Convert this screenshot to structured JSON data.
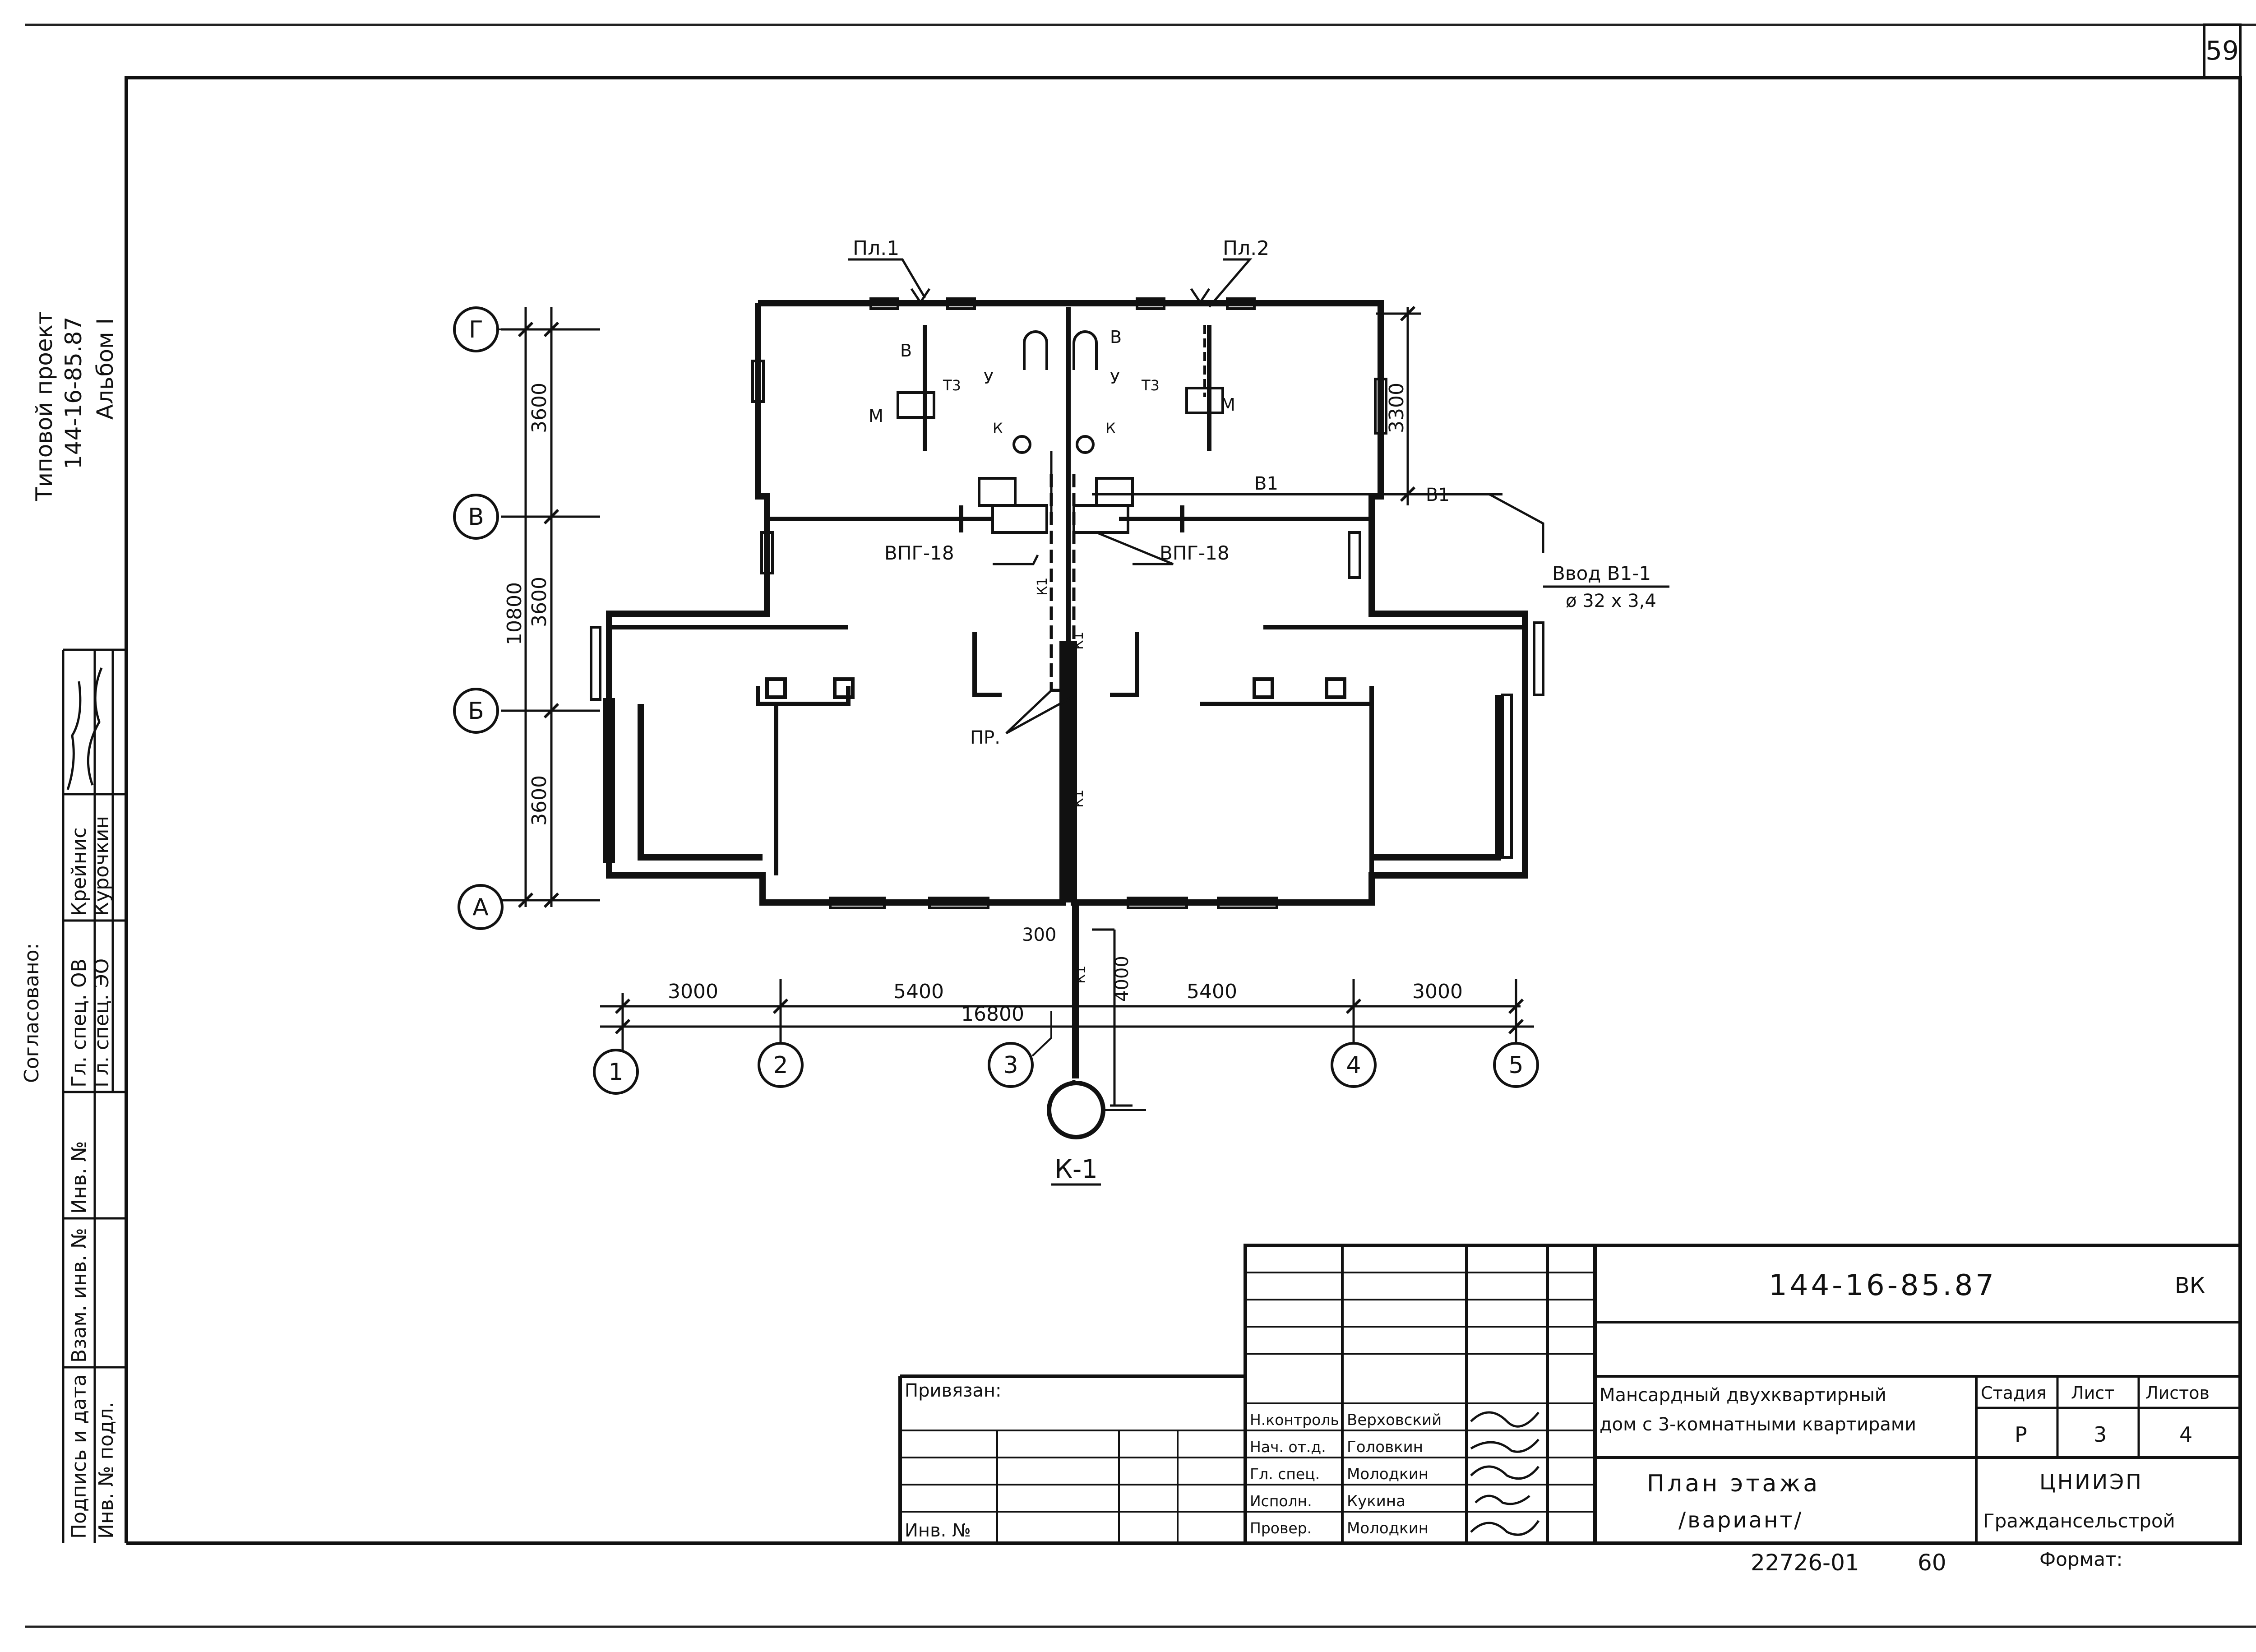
{
  "sheet_number": "59",
  "side_title": {
    "line1": "Типовой проект",
    "line2": "144-16-85.87",
    "line3": "Альбом I"
  },
  "side_stamp": {
    "agreed": "Согласовано:",
    "row1_role": "Гл. спец. ОВ",
    "row1_name": "Крейнис",
    "row2_role": "Гл. спец. ЭО",
    "row2_name": "Курочкин",
    "inv_no": "Инв. №",
    "vzam_inv": "Взам. инв. №",
    "podpis_data": "Подпись и дата",
    "inv_podl": "Инв. № подл."
  },
  "plan": {
    "axes_letters": [
      "Г",
      "В",
      "Б",
      "А"
    ],
    "axes_numbers": [
      "1",
      "2",
      "3",
      "4",
      "5"
    ],
    "dims_left": [
      "3600",
      "3600",
      "3600"
    ],
    "dim_total_left": "10800",
    "dim_right": "3300",
    "dims_bottom": [
      "3000",
      "5400",
      "5400",
      "3000"
    ],
    "dim_total_bottom": "16800",
    "dim_300": "300",
    "dim_4000": "4000",
    "labels": {
      "pl1": "Пл.1",
      "pl2": "Пл.2",
      "vpg_left": "ВПГ-18",
      "vpg_right": "ВПГ-18",
      "pr": "ПР.",
      "b1": "В1",
      "b1b": "В1",
      "vvod": "Ввод  В1-1",
      "vvod_size": "ø 32 x 3,4",
      "k1": "К-1",
      "v_left": "В",
      "v_right": "В",
      "u_left": "У",
      "u_right": "У",
      "m_left": "М",
      "m_right": "М",
      "t3_left": "Т3",
      "t3_right": "Т3",
      "k1_pipe": "К1",
      "k_left": "К",
      "k_right": "К"
    }
  },
  "title_block": {
    "code": "144-16-85.87",
    "mark": "ВК",
    "privyazan": "Привязан:",
    "inv_no": "Инв. №",
    "roles": [
      "Н.контроль",
      "Нач. от.д.",
      "Гл. спец.",
      "Исполн.",
      "Провер."
    ],
    "names": [
      "Верховский",
      "Головкин",
      "Молодкин",
      "Кукина",
      "Молодкин"
    ],
    "object": {
      "line1": "Мансардный двухквартирный",
      "line2": "дом с 3-комнатными квартирами"
    },
    "sheet_title": {
      "line1": "План этажа",
      "line2": "/вариант/"
    },
    "stage_hdr": "Стадия",
    "sheet_hdr": "Лист",
    "sheets_hdr": "Листов",
    "stage": "Р",
    "sheet": "3",
    "sheets": "4",
    "org": {
      "line1": "ЦНИИЭП",
      "line2": "Граждансельстрой"
    },
    "footer_code": "22726-01",
    "footer_num": "60",
    "format_label": "Формат:"
  }
}
